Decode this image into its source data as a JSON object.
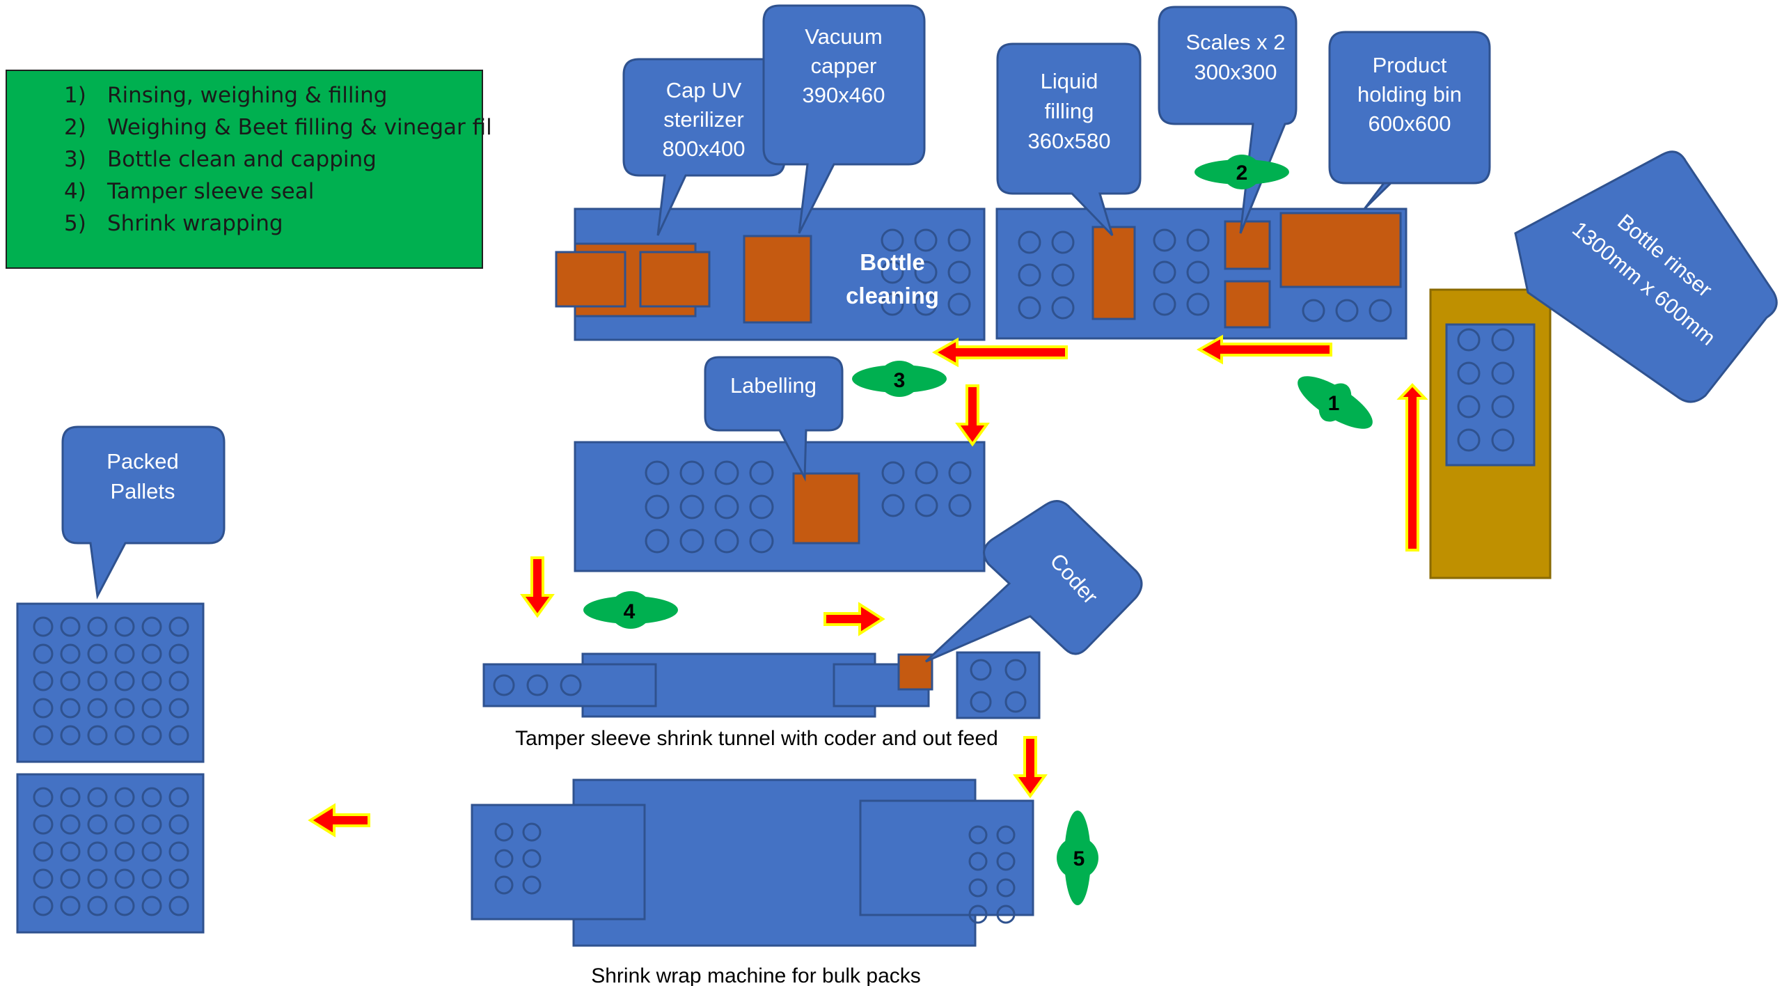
{
  "legend": {
    "items": [
      {
        "num": "1)",
        "text": "Rinsing, weighing & filling"
      },
      {
        "num": "2)",
        "text": "Weighing & Beet filling & vinegar fil"
      },
      {
        "num": "3)",
        "text": "Bottle clean and capping"
      },
      {
        "num": "4)",
        "text": "Tamper sleeve seal"
      },
      {
        "num": "5)",
        "text": "Shrink wrapping"
      }
    ]
  },
  "callouts": {
    "cap_uv": [
      "Cap UV",
      "sterilizer",
      "800x400"
    ],
    "vacuum_capper": [
      "Vacuum",
      "capper",
      "390x460"
    ],
    "liquid_filling": [
      "Liquid",
      "filling",
      "360x580"
    ],
    "scales": [
      "Scales x 2",
      "300x300"
    ],
    "product_bin": [
      "Product",
      "holding bin",
      "600x600"
    ],
    "bottle_rinser": [
      "Bottle rinser",
      "1300mm x 600mm"
    ],
    "labelling": [
      "Labelling"
    ],
    "packed_pallets": [
      "Packed",
      "Pallets"
    ],
    "coder": [
      "Coder"
    ]
  },
  "machine_labels": {
    "bottle_cleaning": [
      "Bottle",
      "cleaning"
    ],
    "tamper_tunnel": "Tamper sleeve shrink tunnel with coder and out feed",
    "shrink_wrap": "Shrink wrap machine for bulk packs"
  },
  "steps": [
    "1",
    "2",
    "3",
    "4",
    "5"
  ],
  "colors": {
    "machine_blue": "#4472c4",
    "machine_outline": "#2f528f",
    "component_orange": "#c55a11",
    "rinser_gold": "#bf9000",
    "legend_green": "#00b050",
    "step_green": "#00b050",
    "arrow_red": "#ff0000",
    "arrow_outline": "#ffff00"
  }
}
